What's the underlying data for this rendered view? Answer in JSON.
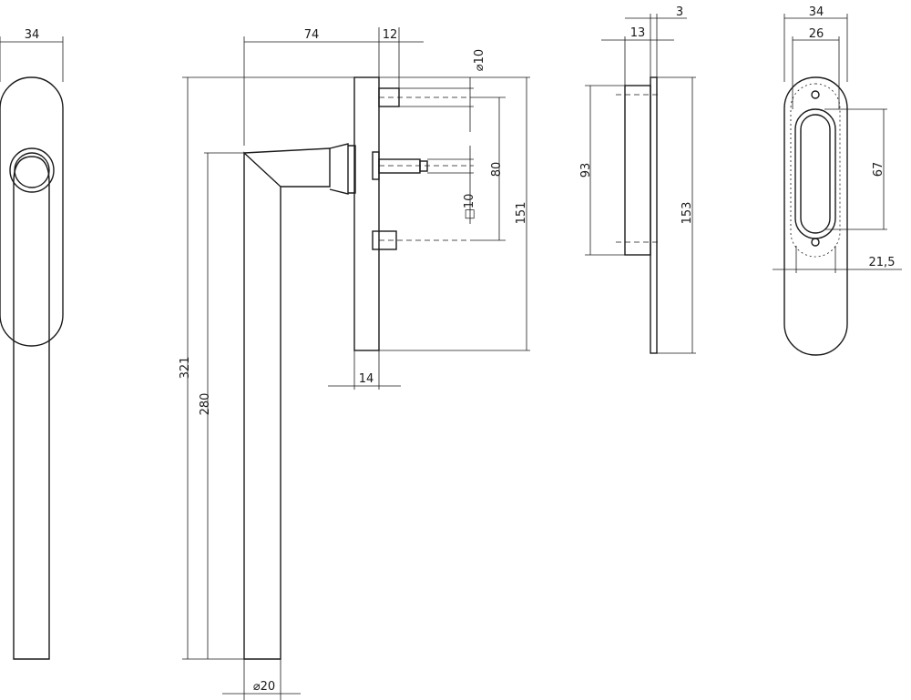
{
  "dimensions": {
    "front_width": "34",
    "side_depth": "74",
    "side_spindle_offset": "12",
    "side_screw_dia": "⌀10",
    "side_square": "□10",
    "side_screw_spacing": "80",
    "side_plate_height": "151",
    "side_plate_thickness": "14",
    "side_total_height": "321",
    "side_lever_length": "280",
    "side_lever_dia": "⌀20",
    "rose_plate_thickness": "3",
    "rose_depth": "13",
    "rose_height_inner": "93",
    "rose_height_outer": "153",
    "back_width": "34",
    "back_inner_width": "26",
    "back_slot_length": "67",
    "back_offset": "21,5"
  }
}
